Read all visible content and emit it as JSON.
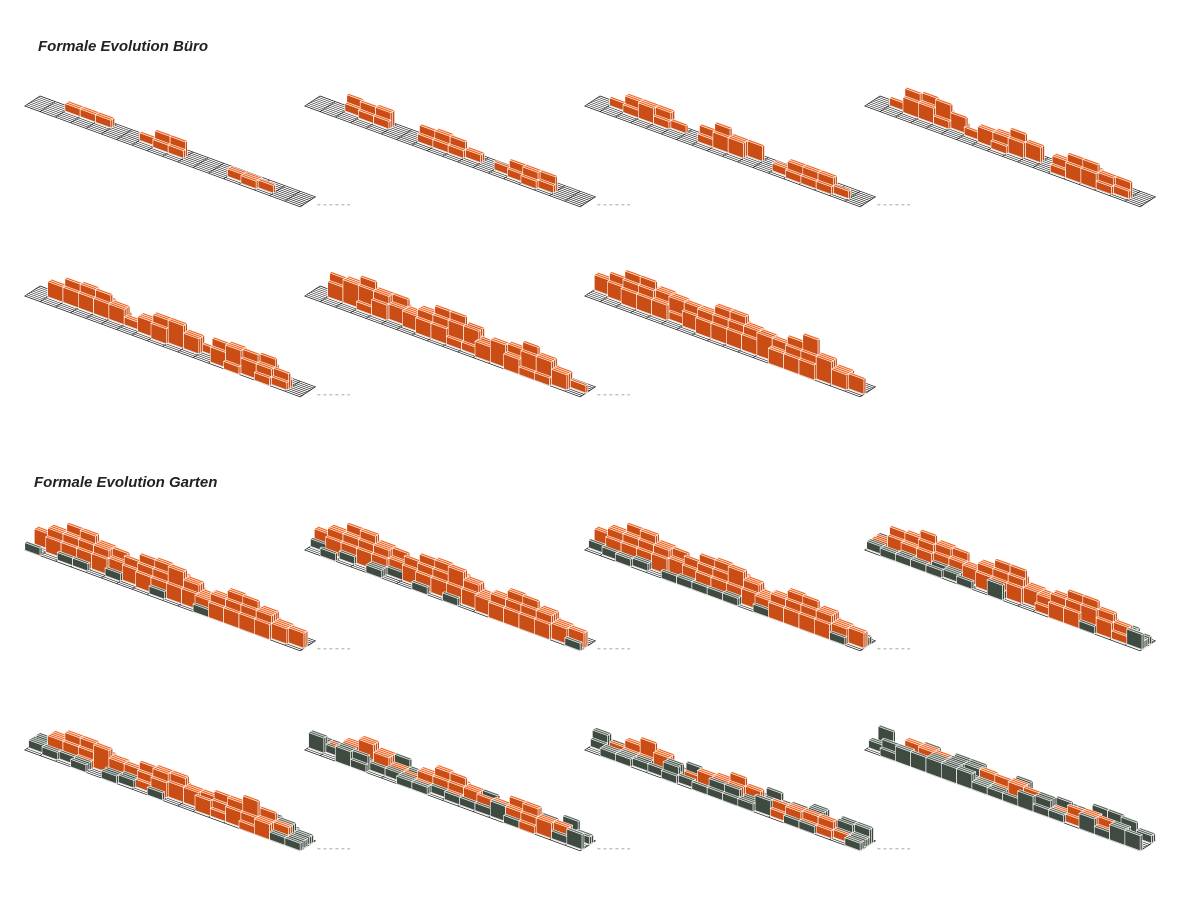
{
  "sections": [
    {
      "title": "Formale Evolution Büro",
      "steps": 7,
      "rows": [
        4,
        3
      ],
      "has_garden": false
    },
    {
      "title": "Formale Evolution Garten",
      "steps": 8,
      "rows": [
        4,
        4
      ],
      "has_garden": true
    }
  ],
  "colors": {
    "office_block": "#f26522",
    "office_block_side": "#c94d14",
    "garden_block": "#5e6b5f",
    "garden_block_side": "#3f4a41",
    "grid_line": "#1a1a1a",
    "connector": "#9a9a9a"
  }
}
